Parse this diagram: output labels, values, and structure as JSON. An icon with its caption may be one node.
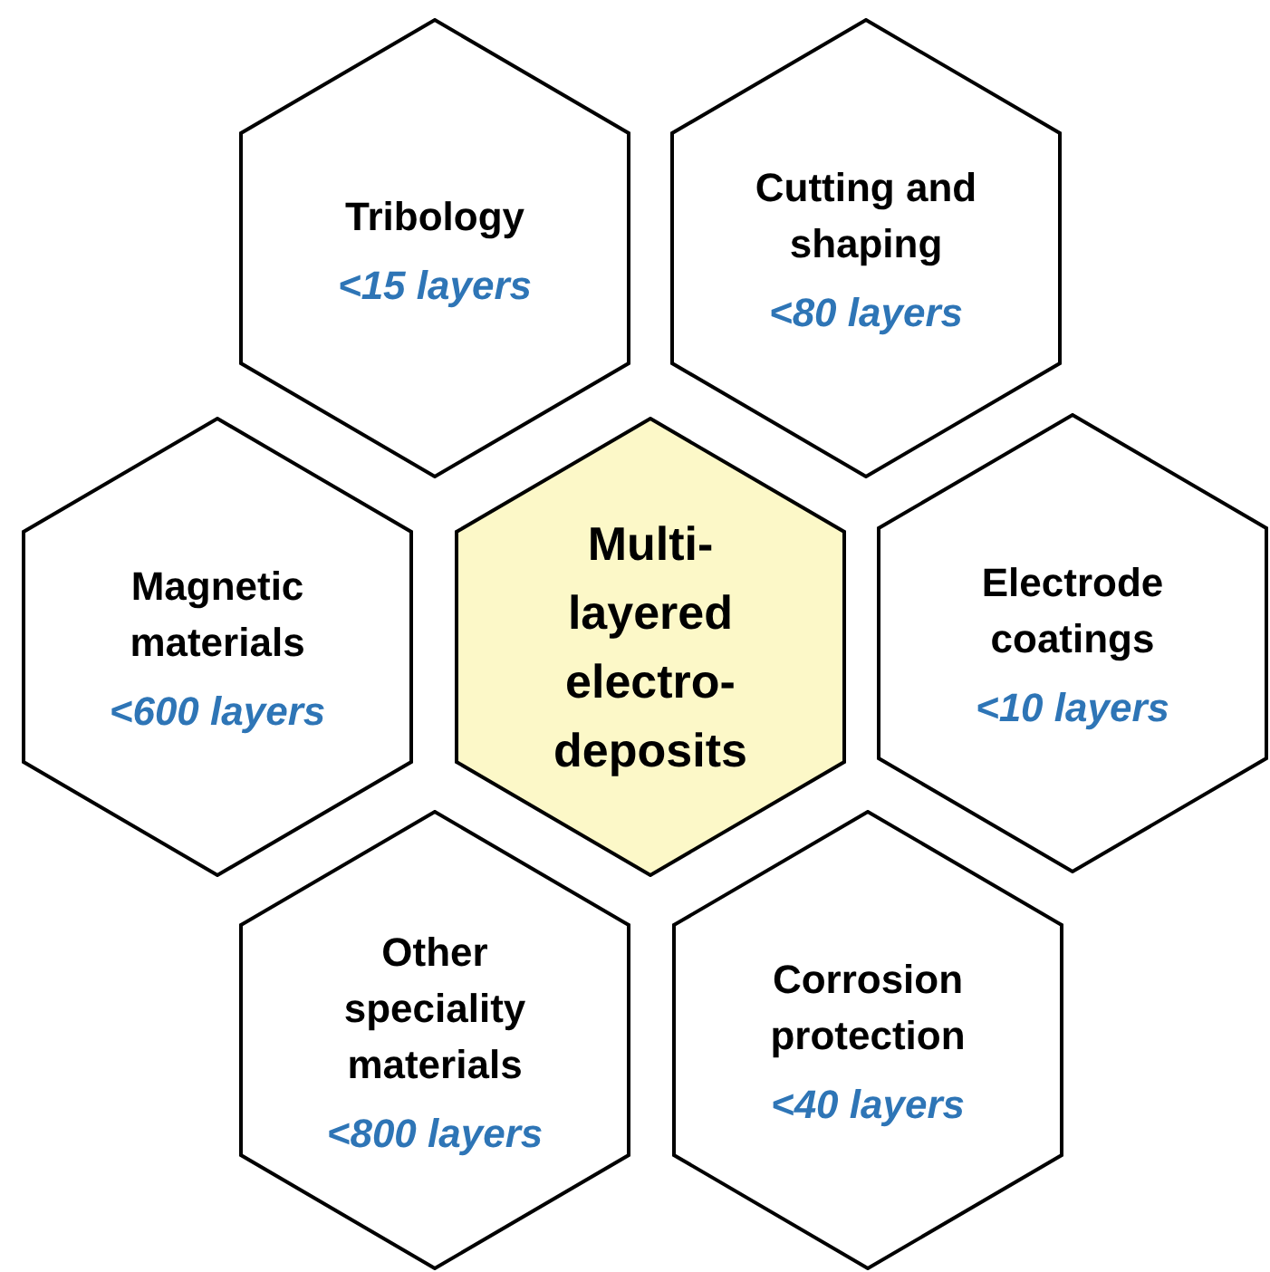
{
  "diagram": {
    "nodes": [
      {
        "text": [
          "Tribology",
          "<15 layers"
        ]
      },
      {
        "text": [
          "Cutting and shaping",
          "<80 layers"
        ]
      },
      {
        "text": [
          "Magnetic materials",
          "<600 layers"
        ]
      },
      {
        "text": [
          "Multi-layered electro-deposits"
        ]
      },
      {
        "text": [
          "Electrode coatings",
          "<10 layers"
        ]
      },
      {
        "text": [
          "Other speciality materials",
          "<800 layers"
        ]
      },
      {
        "text": [
          "Corrosion protection",
          "<40 layers"
        ]
      }
    ]
  }
}
